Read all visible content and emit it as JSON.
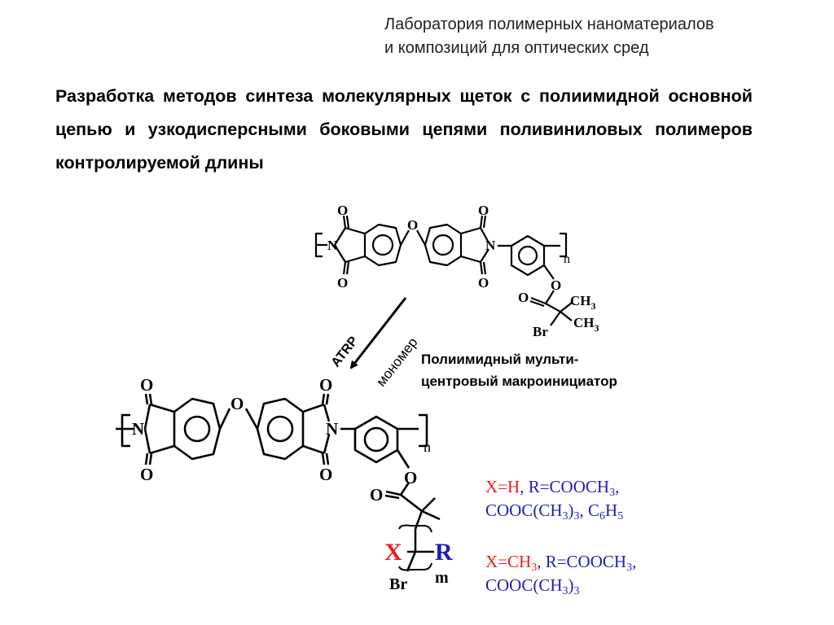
{
  "header": {
    "lab_line1": "Лаборатория полимерных наноматериалов",
    "lab_line2": "и композиций для оптических сред"
  },
  "title": "Разработка методов синтеза молекулярных щеток с полиимидной основной цепью и узкодисперсными боковыми цепями поливиниловых полимеров контролируемой длины",
  "scheme": {
    "arrow_label_1": "ATRP",
    "arrow_label_2": "мономер",
    "macroinitiator_caption_1": "Полиимидный мульти-",
    "macroinitiator_caption_2": "центровый макроинициатор",
    "atoms": {
      "O": "O",
      "N": "N",
      "n": "n",
      "m": "m",
      "Br": "Br",
      "CH3": "CH3",
      "X": "X",
      "R": "R"
    }
  },
  "legend": {
    "group1": {
      "x_part": "X=H",
      "r_part_line1": ", R=COOCH3,",
      "r_part_line2": "COOC(CH3)3, C6H5"
    },
    "group2": {
      "x_part": "X=CH3",
      "r_part_line1": ", R=COOCH3,",
      "r_part_line2": "COOC(CH3)3"
    }
  },
  "colors": {
    "x_color": "#ee1c1c",
    "r_color": "#1f1fb4",
    "text": "#000000"
  }
}
